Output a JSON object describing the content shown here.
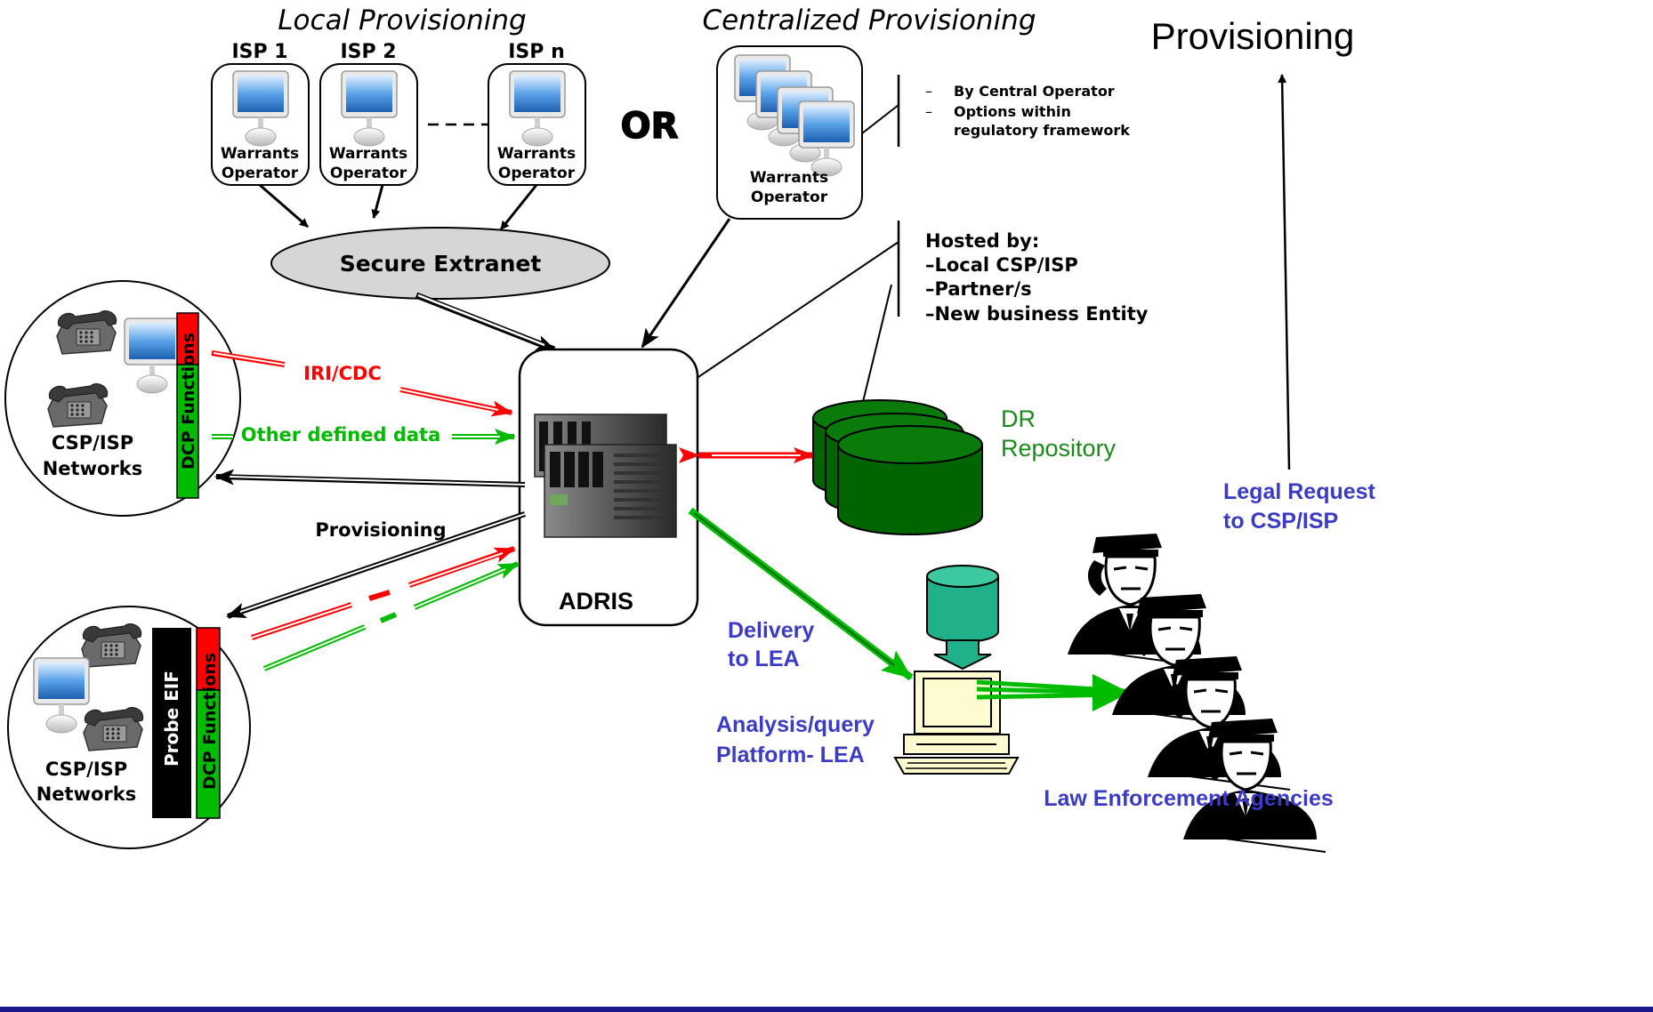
{
  "colors": {
    "red": "#ff0000",
    "green": "#00bb00",
    "dark_green": "#006400",
    "blue_text": "#3b3bc8",
    "navy_line": "#1a1a8c",
    "teal": "#20b08a"
  },
  "headings": {
    "local_provisioning": "Local Provisioning",
    "centralized_provisioning": "Centralized Provisioning",
    "provisioning_top": "Provisioning",
    "or": "OR"
  },
  "local_isps": [
    {
      "label": "ISP 1",
      "role_line1": "Warrants",
      "role_line2": "Operator"
    },
    {
      "label": "ISP 2",
      "role_line1": "Warrants",
      "role_line2": "Operator"
    },
    {
      "label": "ISP n",
      "role_line1": "Warrants",
      "role_line2": "Operator"
    }
  ],
  "central": {
    "role_line1": "Warrants",
    "role_line2": "Operator",
    "bullets": [
      {
        "dash": "–",
        "line1": "By Central Operator",
        "line2": ""
      },
      {
        "dash": "–",
        "line1": "Options within",
        "line2": "regulatory framework"
      }
    ]
  },
  "secure_extranet": "Secure Extranet",
  "hosted": {
    "title": "Hosted by:",
    "items": [
      "–Local CSP/ISP",
      "–Partner/s",
      "–New business Entity"
    ]
  },
  "adris": "ADRIS",
  "repository": {
    "line1": "DR",
    "line2": "Repository"
  },
  "networks": [
    {
      "line1": "CSP/ISP",
      "line2": "Networks",
      "dcp_label": "DCP Functions"
    },
    {
      "line1": "CSP/ISP",
      "line2": "Networks",
      "dcp_label": "DCP Functions",
      "probe_label": "Probe EIF"
    }
  ],
  "flows": {
    "iri_cdc": "IRI/CDC",
    "other_data": "Other defined data",
    "provisioning": "Provisioning"
  },
  "lea": {
    "delivery_line1": "Delivery",
    "delivery_line2": "to LEA",
    "analysis_line1": "Analysis/query",
    "analysis_line2": "Platform- LEA",
    "legal_line1": "Legal Request",
    "legal_line2": "to CSP/ISP",
    "agencies": "Law Enforcement Agencies"
  }
}
